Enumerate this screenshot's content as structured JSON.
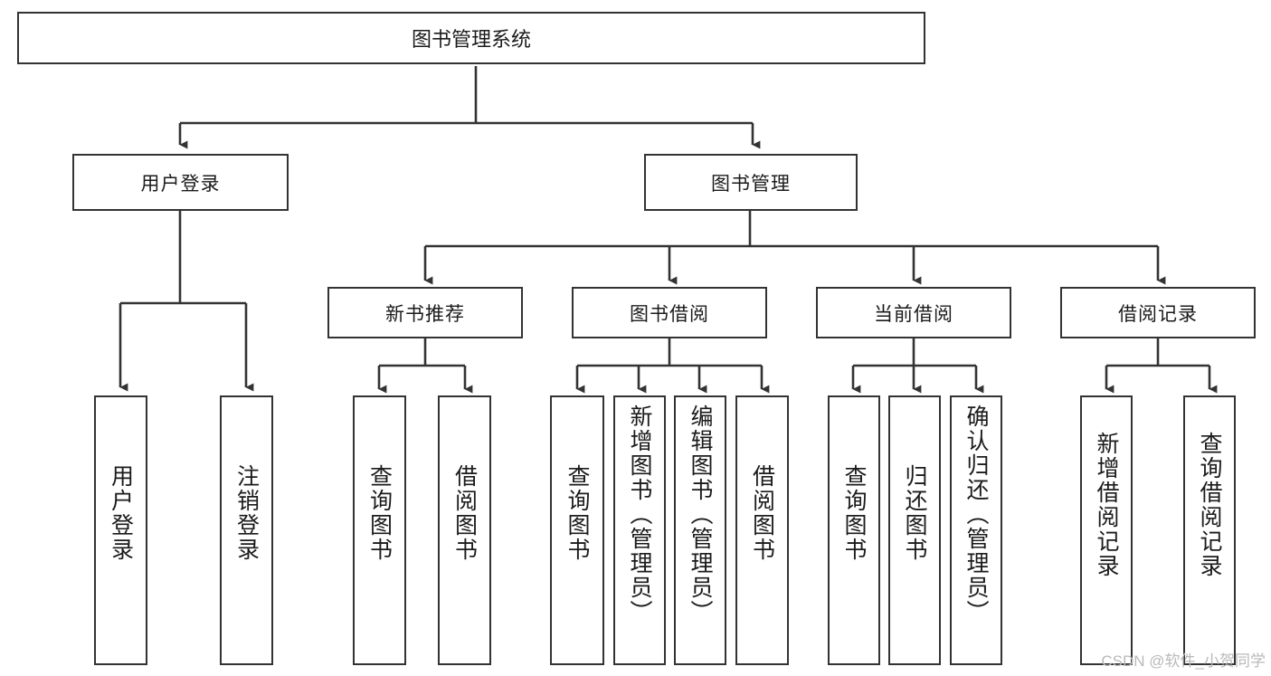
{
  "diagram": {
    "title": "图书管理系统",
    "type": "tree",
    "root": {
      "label": "图书管理系统"
    },
    "level2": [
      {
        "id": "user-login",
        "label": "用户登录"
      },
      {
        "id": "book-manage",
        "label": "图书管理"
      }
    ],
    "level3": [
      {
        "id": "new-book-recommend",
        "label": "新书推荐",
        "parent": "book-manage"
      },
      {
        "id": "book-borrow",
        "label": "图书借阅",
        "parent": "book-manage"
      },
      {
        "id": "current-borrow",
        "label": "当前借阅",
        "parent": "book-manage"
      },
      {
        "id": "borrow-record",
        "label": "借阅记录",
        "parent": "book-manage"
      }
    ],
    "leaves": [
      {
        "id": "leaf-user-login",
        "label": "用户登录",
        "parent": "user-login"
      },
      {
        "id": "leaf-logout-login",
        "label": "注销登录",
        "parent": "user-login"
      },
      {
        "id": "leaf-query-book-1",
        "label": "查询图书",
        "parent": "new-book-recommend"
      },
      {
        "id": "leaf-borrow-book-1",
        "label": "借阅图书",
        "parent": "new-book-recommend"
      },
      {
        "id": "leaf-query-book-2",
        "label": "查询图书",
        "parent": "book-borrow"
      },
      {
        "id": "leaf-add-book",
        "label": "新增图书（管理员）",
        "parent": "book-borrow"
      },
      {
        "id": "leaf-edit-book",
        "label": "编辑图书（管理员）",
        "parent": "book-borrow"
      },
      {
        "id": "leaf-borrow-book-2",
        "label": "借阅图书",
        "parent": "book-borrow"
      },
      {
        "id": "leaf-query-book-3",
        "label": "查询图书",
        "parent": "current-borrow"
      },
      {
        "id": "leaf-return-book",
        "label": "归还图书",
        "parent": "current-borrow"
      },
      {
        "id": "leaf-confirm-return",
        "label": "确认归还（管理员）",
        "parent": "current-borrow"
      },
      {
        "id": "leaf-add-record",
        "label": "新增借阅记录",
        "parent": "borrow-record"
      },
      {
        "id": "leaf-query-record",
        "label": "查询借阅记录",
        "parent": "borrow-record"
      }
    ],
    "colors": {
      "stroke": "#333333",
      "fill": "#ffffff",
      "text": "#1b1b1b",
      "watermark": "#b9b9b9"
    }
  },
  "watermark": {
    "text": "CSDN @软件_小贺同学"
  }
}
